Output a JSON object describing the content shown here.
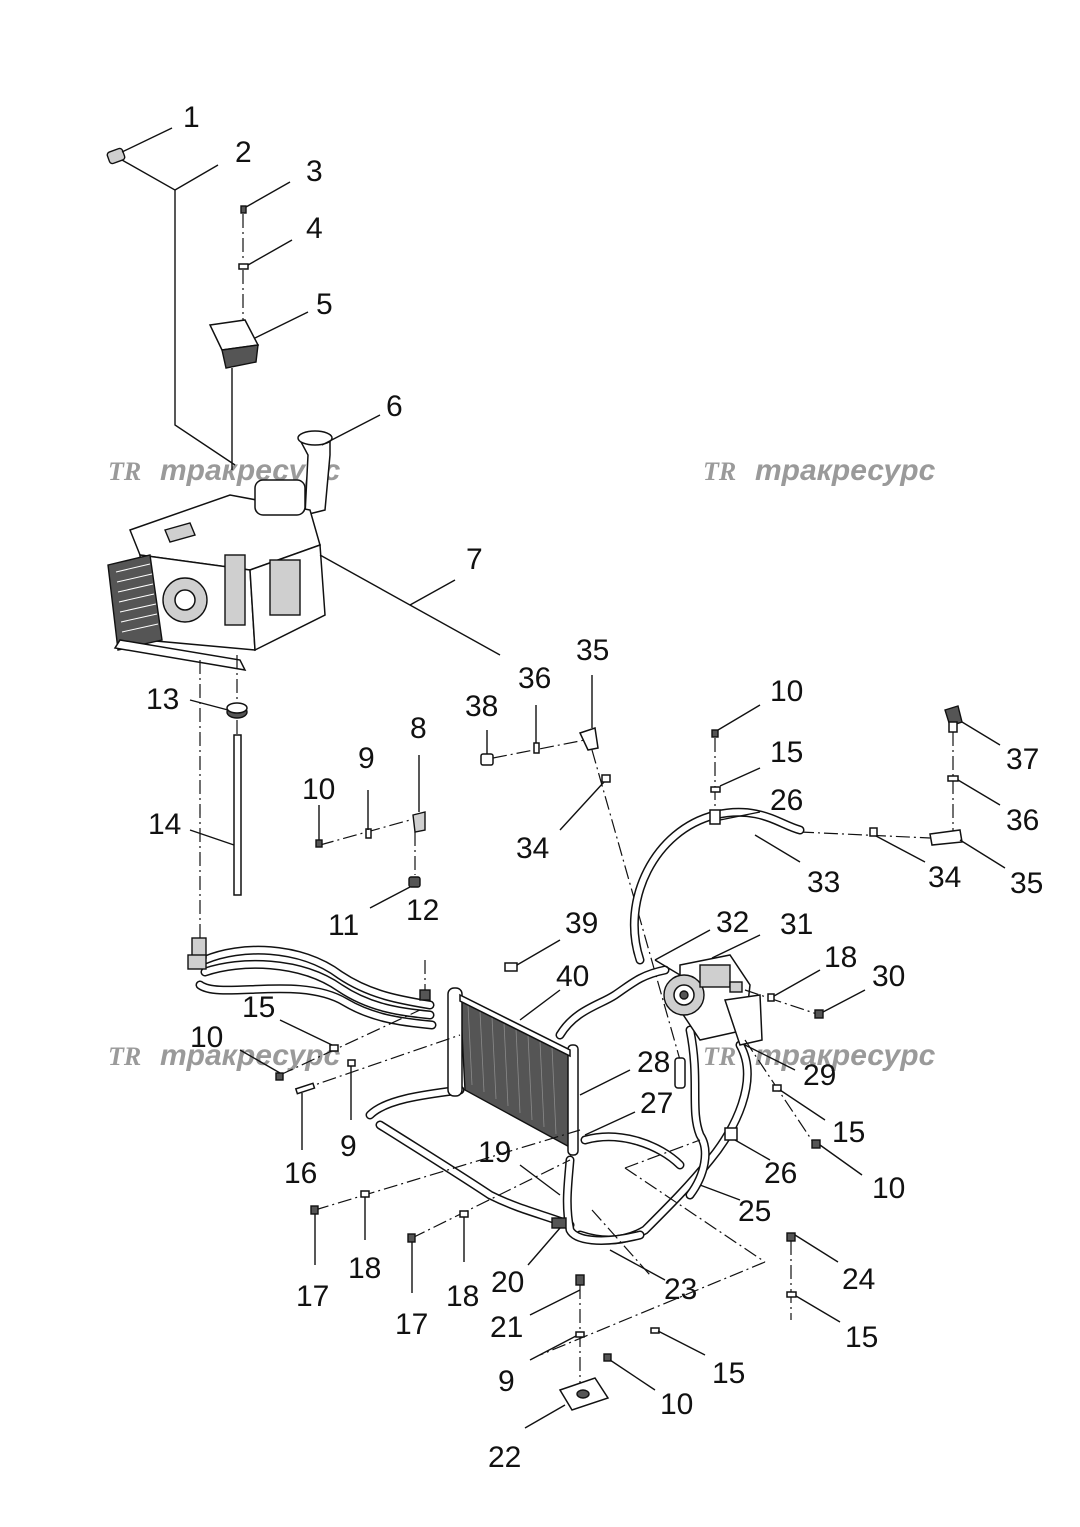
{
  "watermarks": [
    {
      "logo": "TR",
      "text": "тракресурс"
    },
    {
      "logo": "TR",
      "text": "тракресурс"
    },
    {
      "logo": "TR",
      "text": "тракресурс"
    },
    {
      "logo": "TR",
      "text": "тракресурс"
    }
  ],
  "callouts": [
    "1",
    "2",
    "3",
    "4",
    "5",
    "6",
    "7",
    "36",
    "35",
    "38",
    "8",
    "9",
    "10",
    "13",
    "14",
    "11",
    "12",
    "34",
    "10",
    "15",
    "26",
    "33",
    "37",
    "36",
    "34",
    "35",
    "39",
    "32",
    "31",
    "18",
    "30",
    "40",
    "15",
    "10",
    "16",
    "9",
    "28",
    "27",
    "29",
    "15",
    "10",
    "19",
    "26",
    "25",
    "17",
    "18",
    "17",
    "18",
    "20",
    "23",
    "24",
    "21",
    "15",
    "15",
    "9",
    "10",
    "22"
  ]
}
